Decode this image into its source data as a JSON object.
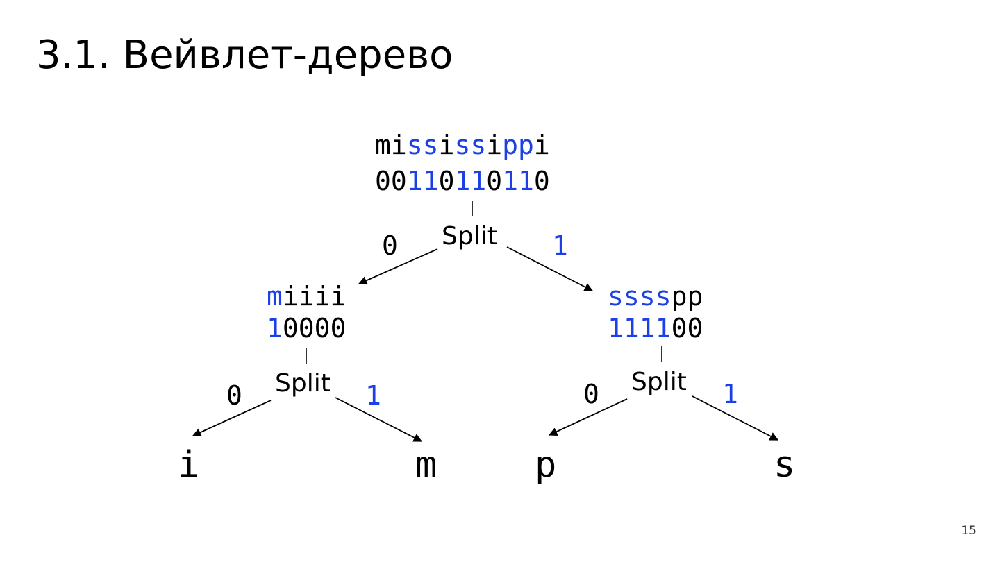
{
  "slide": {
    "title": "3.1. Вейвлет-дерево",
    "page_number": "15"
  },
  "tree": {
    "root": {
      "string": "mississippi",
      "bits": "00110110110",
      "string_blue_mask": "00110110110",
      "split_label": "Split"
    },
    "left": {
      "string": "miiii",
      "bits": "10000",
      "string_blue_mask": "10000",
      "split_label": "Split",
      "branch_label": "0"
    },
    "right": {
      "string": "sssspp",
      "bits": "111100",
      "string_blue_mask": "111100",
      "split_label": "Split",
      "branch_label": "1"
    },
    "left_left_branch": "0",
    "left_right_branch": "1",
    "right_left_branch": "0",
    "right_right_branch": "1",
    "leaves": [
      "i",
      "m",
      "p",
      "s"
    ]
  },
  "colors": {
    "highlight": "#1a40e6",
    "text": "#000000"
  }
}
